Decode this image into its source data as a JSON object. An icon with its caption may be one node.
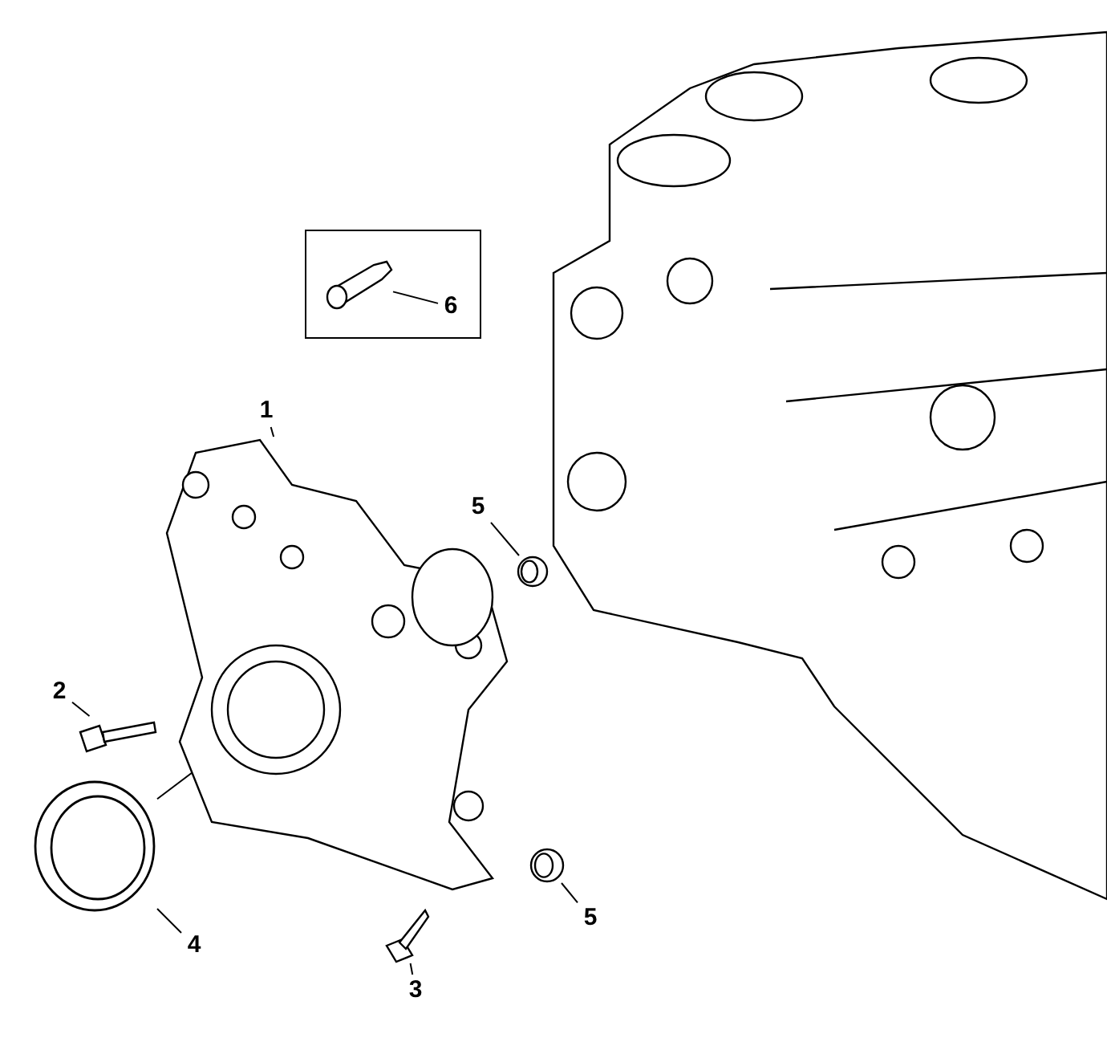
{
  "diagram": {
    "nodes": [
      {
        "text": [
          "1"
        ]
      },
      {
        "text": [
          "2"
        ]
      },
      {
        "text": [
          "3"
        ]
      },
      {
        "text": [
          "4"
        ]
      },
      {
        "text": [
          "5"
        ]
      },
      {
        "text": [
          "5"
        ]
      },
      {
        "text": [],
        "shape": "box"
      },
      {
        "text": [
          "6"
        ],
        "in": 6
      },
      {
        "text": [],
        "shape": "picture",
        "in": 6
      },
      {
        "text": [],
        "shape": "picture"
      },
      {
        "text": [],
        "shape": "picture"
      },
      {
        "text": [],
        "shape": "picture"
      },
      {
        "text": [],
        "shape": "picture"
      },
      {
        "text": [],
        "shape": "picture"
      },
      {
        "text": [],
        "shape": "picture"
      }
    ],
    "edges": [
      {
        "from": 0,
        "to": 9,
        "arrow": "none"
      },
      {
        "from": 1,
        "to": 10,
        "arrow": "none"
      },
      {
        "from": 2,
        "to": 11,
        "arrow": "none"
      },
      {
        "from": 3,
        "to": 12,
        "arrow": "none"
      },
      {
        "from": 4,
        "to": 13,
        "arrow": "none"
      },
      {
        "from": 5,
        "to": 14,
        "arrow": "none"
      },
      {
        "from": 7,
        "to": 8,
        "arrow": "none"
      },
      {
        "from": 9,
        "to": 12,
        "arrow": "none"
      }
    ]
  }
}
